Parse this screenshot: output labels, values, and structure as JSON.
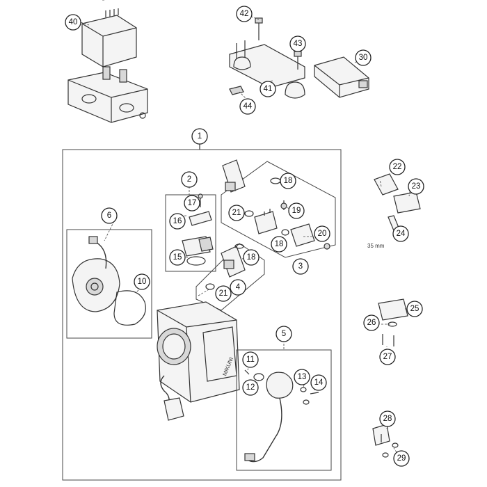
{
  "callouts": {
    "c1": "1",
    "c2": "2",
    "c3": "3",
    "c4": "4",
    "c5": "5",
    "c6": "6",
    "c10": "10",
    "c11": "11",
    "c12": "12",
    "c13": "13",
    "c14": "14",
    "c15": "15",
    "c16": "16",
    "c17": "17",
    "c18a": "18",
    "c18b": "18",
    "c18c": "18",
    "c19": "19",
    "c20": "20",
    "c21a": "21",
    "c21b": "21",
    "c22": "22",
    "c23": "23",
    "c24": "24",
    "c25": "25",
    "c26": "26",
    "c27": "27",
    "c28": "28",
    "c29": "29",
    "c30": "30",
    "c40": "40",
    "c41": "41",
    "c42": "42",
    "c43": "43",
    "c44": "44"
  },
  "dimension_label": "35 mm",
  "brand_mark": "MIKUNI"
}
